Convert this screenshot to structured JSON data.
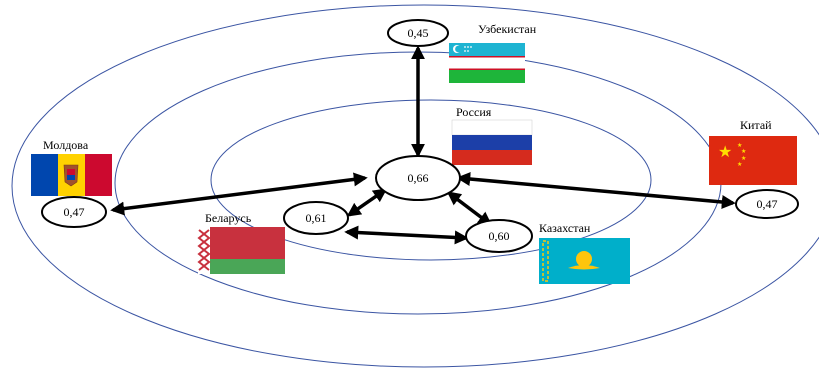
{
  "center": {
    "value": "0,66",
    "label": "Россия"
  },
  "nodes": {
    "uzbekistan": {
      "value": "0,45",
      "label": "Узбекистан"
    },
    "moldova": {
      "value": "0,47",
      "label": "Молдова"
    },
    "china": {
      "value": "0,47",
      "label": "Китай"
    },
    "belarus": {
      "value": "0,61",
      "label": "Беларусь"
    },
    "kazakhstan": {
      "value": "0,60",
      "label": "Казахстан"
    }
  },
  "colors": {
    "orbit": "#3b55a3",
    "arrow": "#000000",
    "russia": [
      "#ffffff",
      "#1c3fa8",
      "#d52b1e"
    ],
    "uzbekistan": [
      "#1eb4d2",
      "#ffffff",
      "#1eb53a"
    ],
    "belarus": [
      "#c8313e",
      "#4aa657"
    ],
    "kazakhstan": [
      "#00afca",
      "#fec50c"
    ],
    "china": [
      "#de2910",
      "#ffde00"
    ],
    "moldova": [
      "#0046ae",
      "#ffd200",
      "#cc092f"
    ]
  }
}
